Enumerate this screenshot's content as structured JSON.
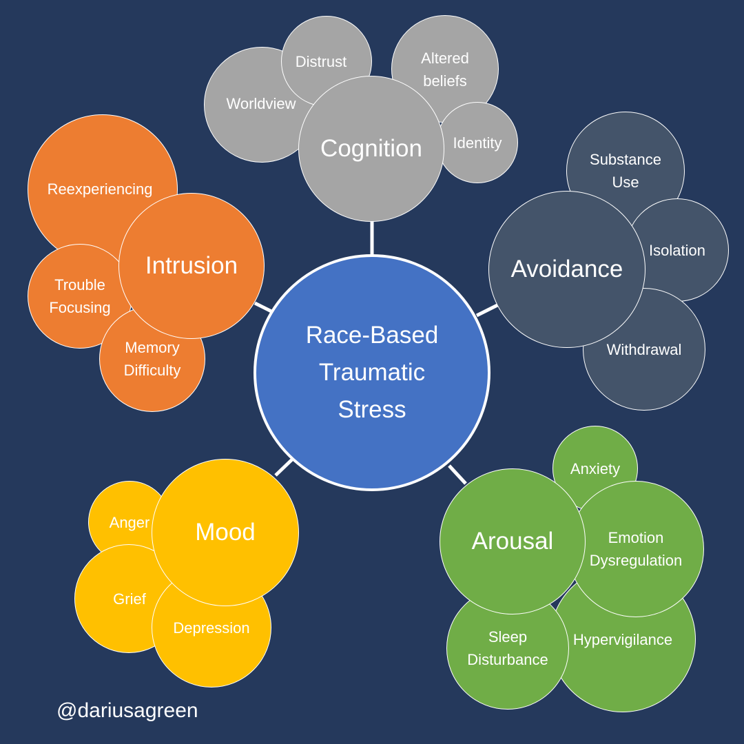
{
  "colors": {
    "background": "#25395c",
    "center": "#4472c4",
    "cognition": "#a5a5a5",
    "avoidance": "#44546a",
    "intrusion": "#ed7d31",
    "mood": "#ffc000",
    "arousal": "#70ad47",
    "outline": "#ffffff"
  },
  "center": {
    "label": "Race-Based\nTraumatic\nStress"
  },
  "groups": {
    "cognition": {
      "label": "Cognition",
      "items": [
        "Worldview",
        "Distrust",
        "Altered\nbeliefs",
        "Identity"
      ]
    },
    "avoidance": {
      "label": "Avoidance",
      "items": [
        "Substance\nUse",
        "Isolation",
        "Withdrawal"
      ]
    },
    "intrusion": {
      "label": "Intrusion",
      "items": [
        "Reexperiencing",
        "Trouble\nFocusing",
        "Memory\nDifficulty"
      ]
    },
    "mood": {
      "label": "Mood",
      "items": [
        "Anger",
        "Grief",
        "Depression"
      ]
    },
    "arousal": {
      "label": "Arousal",
      "items": [
        "Anxiety",
        "Emotion\nDysregulation",
        "Hypervigilance",
        "Sleep\nDisturbance"
      ]
    }
  },
  "credit": "@dariusagreen"
}
